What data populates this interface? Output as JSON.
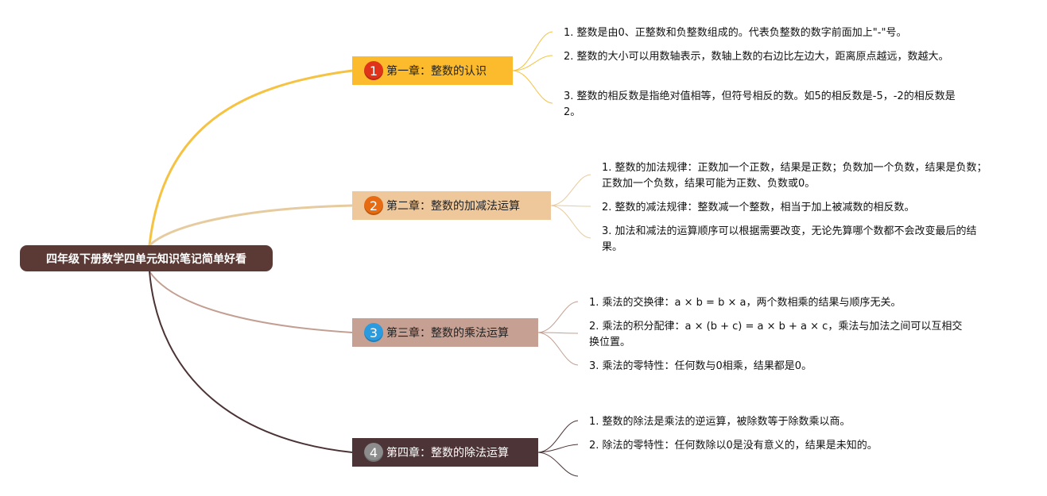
{
  "title": "四年级下册数学四单元知识笔记简单好看",
  "chapters": [
    {
      "badge": "1",
      "label": "第一章：整数的认识",
      "color": "#fbbb2c",
      "badge_color": "#e0341a",
      "items": [
        "1. 整数是由0、正整数和负整数组成的。代表负整数的数字前面加上\"-\"号。",
        "2. 整数的大小可以用数轴表示，数轴上数的右边比左边大，距离原点越远，数越大。",
        "3. 整数的相反数是指绝对值相等，但符号相反的数。如5的相反数是-5，-2的相反数是2。"
      ]
    },
    {
      "badge": "2",
      "label": "第二章：整数的加减法运算",
      "color": "#eec79b",
      "badge_color": "#e66b12",
      "items": [
        "1. 整数的加法规律：正数加一个正数，结果是正数；负数加一个负数，结果是负数；正数加一个负数，结果可能为正数、负数或0。",
        "2. 整数的减法规律：整数减一个整数，相当于加上被减数的相反数。",
        "3. 加法和减法的运算顺序可以根据需要改变，无论先算哪个数都不会改变最后的结果。"
      ]
    },
    {
      "badge": "3",
      "label": "第三章：整数的乘法运算",
      "color": "#c6a093",
      "badge_color": "#2b9be0",
      "items": [
        "1. 乘法的交换律：a × b = b × a，两个数相乘的结果与顺序无关。",
        "2. 乘法的积分配律：a × (b + c) = a × b + a × c，乘法与加法之间可以互相交换位置。",
        "3. 乘法的零特性：任何数与0相乘，结果都是0。"
      ]
    },
    {
      "badge": "4",
      "label": "第四章：整数的除法运算",
      "color": "#4d3436",
      "badge_color": "#8c8c8c",
      "items": [
        "1. 整数的除法是乘法的逆运算，被除数等于除数乘以商。",
        "2. 除法的零特性：任何数除以0是没有意义的，结果是未知的。"
      ]
    }
  ]
}
